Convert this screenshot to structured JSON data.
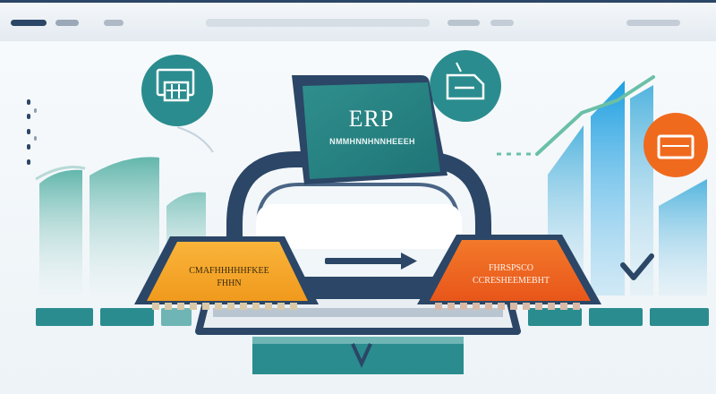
{
  "window": {
    "title_bar": "",
    "colors": {
      "frame": "#2b4666",
      "teal": "#2a8c8e",
      "orange": "#f6a62b",
      "red_orange": "#f06a1e",
      "blue": "#1fa2e3"
    }
  },
  "erp_card": {
    "title": "ERP",
    "subtitle": "NMMHNNHNNHEEEH"
  },
  "source_block": {
    "line1": "CMAFHHHHHFKEE",
    "line2": "FHHN"
  },
  "target_block": {
    "line1": "FHRSPSCO",
    "line2": "CCRESHEEMEBHT"
  },
  "icons": {
    "left_badge": "document-table-icon",
    "top_badge": "box-icon",
    "right_badge": "window-icon",
    "flow": "arrow-right-icon",
    "check": "check-icon"
  }
}
